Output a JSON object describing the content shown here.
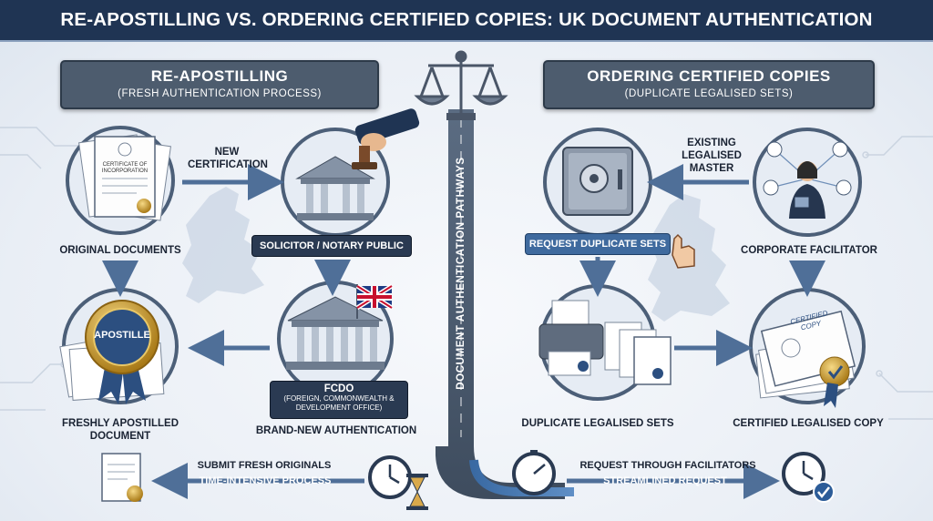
{
  "title": "RE-APOSTILLING VS. ORDERING CERTIFIED COPIES: UK DOCUMENT AUTHENTICATION",
  "left_panel": {
    "heading": "RE-APOSTILLING",
    "subheading": "(FRESH AUTHENTICATION PROCESS)",
    "certificate_text": "CERTIFICATE OF INCORPORATION",
    "original_documents": "ORIGINAL DOCUMENTS",
    "new_certification": "NEW CERTIFICATION",
    "solicitor": "SOLICITOR / NOTARY PUBLIC",
    "apostille_seal": "APOSTILLE",
    "freshly_apostilled": "FRESHLY APOSTILLED DOCUMENT",
    "fcdo": "FCDO",
    "fcdo_full": "(FOREIGN, COMMONWEALTH & DEVELOPMENT OFFICE)",
    "brand_new": "BRAND-NEW AUTHENTICATION",
    "submit_fresh": "SUBMIT FRESH ORIGINALS",
    "time_intensive": "TIME-INTENSIVE PROCESS"
  },
  "center": {
    "pathway_label": "DOCUMENT AUTHENTICATION PATHWAYS"
  },
  "right_panel": {
    "heading": "ORDERING CERTIFIED COPIES",
    "subheading": "(DUPLICATE LEGALISED SETS)",
    "existing_master": "EXISTING LEGALISED MASTER",
    "corporate_facilitator": "CORPORATE FACILITATOR",
    "request_duplicate": "REQUEST DUPLICATE SETS",
    "certified_stamp": "CERTIFIED COPY",
    "duplicate_sets": "DUPLICATE LEGALISED SETS",
    "certified_copy": "CERTIFIED LEGALISED COPY",
    "request_through": "REQUEST THROUGH FACILITATORS",
    "streamlined": "STREAMLINED REQUEST"
  },
  "colors": {
    "title_bar": "#1f3453",
    "panel_header": "#4d5c6e",
    "arrow": "#4f6f98",
    "pill_dark": "#2a3a52",
    "pill_blue": "#3f6a9e",
    "gold": "#c99a2e"
  }
}
